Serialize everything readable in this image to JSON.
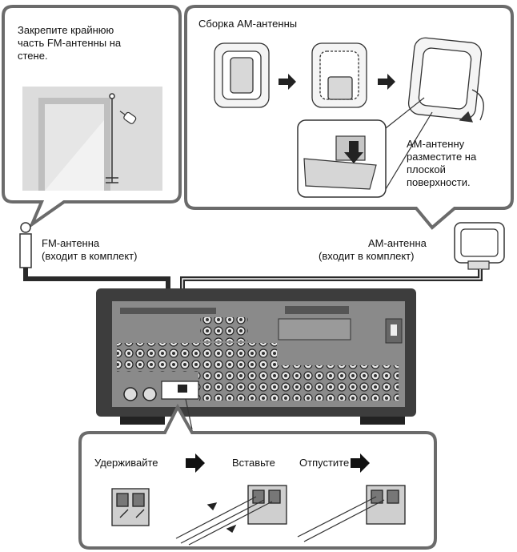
{
  "fm_box": {
    "line1": "Закрепите крайнюю",
    "line2": "часть FM-антенны на",
    "line3": "стене."
  },
  "am_box": {
    "title": "Сборка АМ-антенны",
    "place_line1": "АМ-антенну",
    "place_line2": "разместите на",
    "place_line3": "плоской",
    "place_line4": "поверхности."
  },
  "fm_antenna": {
    "line1": "FM-антенна",
    "line2": "(входит в комплект)"
  },
  "am_antenna": {
    "line1": "АМ-антенна",
    "line2": "(входит в комплект)"
  },
  "steps": {
    "hold": "Удерживайте",
    "insert": "Вставьте",
    "release": "Отпустите"
  },
  "colors": {
    "bubble_border": "#6b6b6b",
    "receiver_body": "#3d3d3d",
    "panel": "#8a8a8a",
    "cable": "#2a2a2a"
  }
}
